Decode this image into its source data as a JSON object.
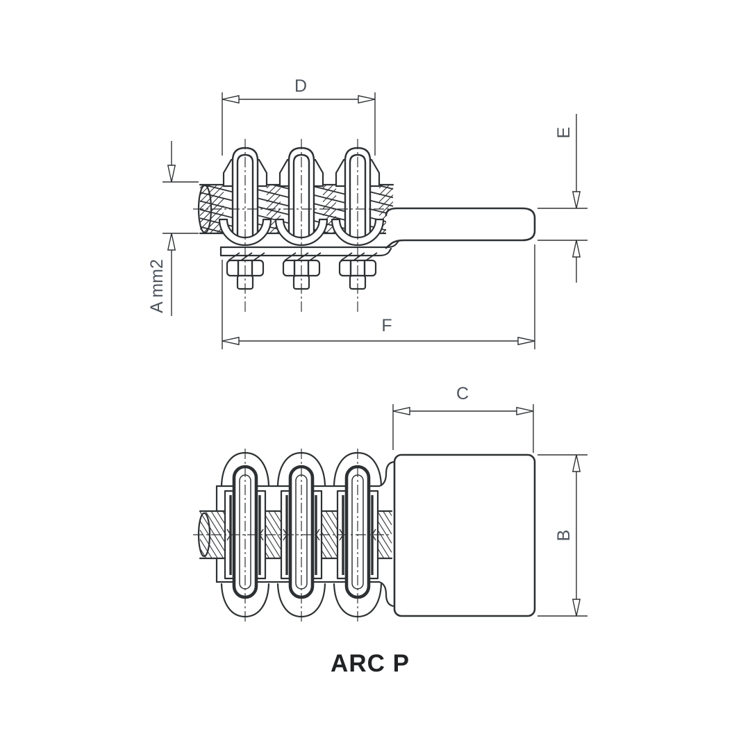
{
  "drawing": {
    "caption": "ARC P",
    "dimensions": {
      "d": "D",
      "e": "E",
      "a": "A mm2",
      "f": "F",
      "c": "C",
      "b": "B"
    },
    "colors": {
      "line": "#2e3133",
      "label": "#4d545c",
      "caption": "#202224",
      "background": "#ffffff"
    }
  }
}
